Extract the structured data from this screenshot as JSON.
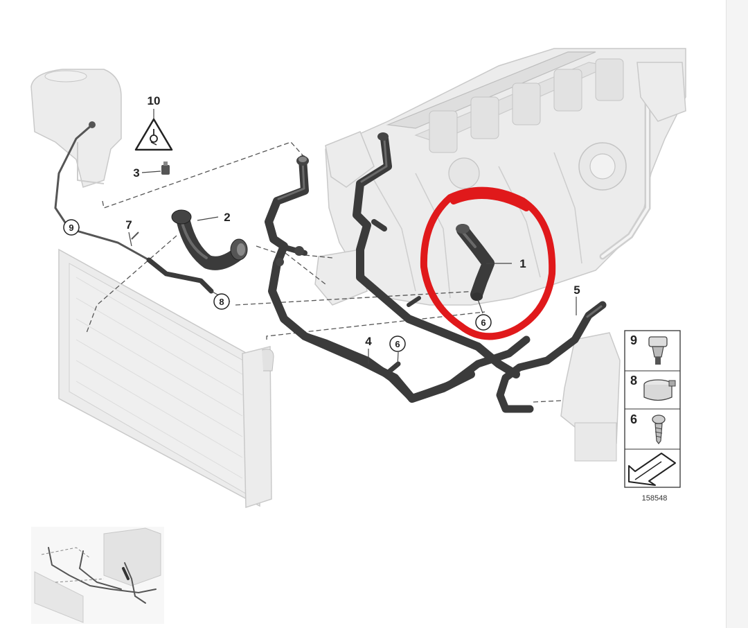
{
  "diagram": {
    "part_numbers": {
      "p1": "1",
      "p2": "2",
      "p3": "3",
      "p4": "4",
      "p5": "5",
      "p7": "7",
      "p10": "10"
    },
    "circled_refs": {
      "c9": "9",
      "c8": "8",
      "c6_engine": "6",
      "c6_pipe": "6"
    },
    "legend": {
      "items": [
        "9",
        "8",
        "6"
      ]
    },
    "reference_code": "158548",
    "highlight": {
      "target_part": "1",
      "color": "#e0191b"
    },
    "colors": {
      "hose": "#3b3b3b",
      "ghost_part": "#ececec"
    }
  }
}
